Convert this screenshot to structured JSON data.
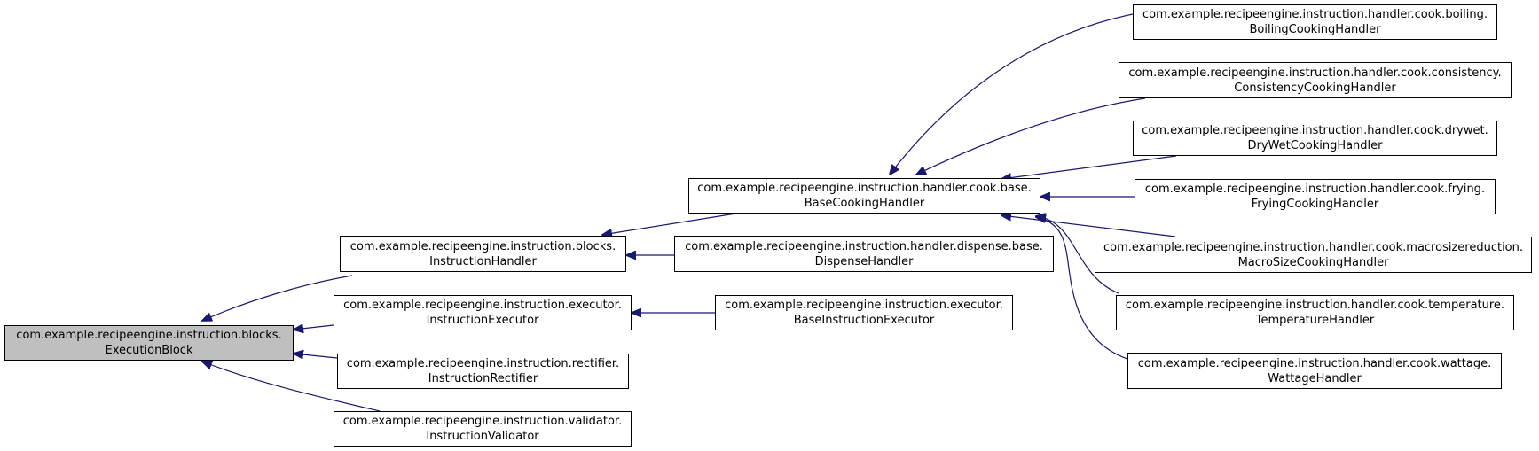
{
  "diagram": {
    "edge_color": "#191970",
    "root_fill": "#bfbfbf",
    "nodes": {
      "execution_block": {
        "line1": "com.example.recipeengine.instruction.blocks.",
        "line2": "ExecutionBlock"
      },
      "instruction_handler": {
        "line1": "com.example.recipeengine.instruction.blocks.",
        "line2": "InstructionHandler"
      },
      "instruction_executor": {
        "line1": "com.example.recipeengine.instruction.executor.",
        "line2": "InstructionExecutor"
      },
      "instruction_rectifier": {
        "line1": "com.example.recipeengine.instruction.rectifier.",
        "line2": "InstructionRectifier"
      },
      "instruction_validator": {
        "line1": "com.example.recipeengine.instruction.validator.",
        "line2": "InstructionValidator"
      },
      "base_cooking_handler": {
        "line1": "com.example.recipeengine.instruction.handler.cook.base.",
        "line2": "BaseCookingHandler"
      },
      "dispense_handler": {
        "line1": "com.example.recipeengine.instruction.handler.dispense.base.",
        "line2": "DispenseHandler"
      },
      "base_instruction_executor": {
        "line1": "com.example.recipeengine.instruction.executor.",
        "line2": "BaseInstructionExecutor"
      },
      "boiling_cooking_handler": {
        "line1": "com.example.recipeengine.instruction.handler.cook.boiling.",
        "line2": "BoilingCookingHandler"
      },
      "consistency_cooking_handler": {
        "line1": "com.example.recipeengine.instruction.handler.cook.consistency.",
        "line2": "ConsistencyCookingHandler"
      },
      "drywet_cooking_handler": {
        "line1": "com.example.recipeengine.instruction.handler.cook.drywet.",
        "line2": "DryWetCookingHandler"
      },
      "frying_cooking_handler": {
        "line1": "com.example.recipeengine.instruction.handler.cook.frying.",
        "line2": "FryingCookingHandler"
      },
      "macrosize_cooking_handler": {
        "line1": "com.example.recipeengine.instruction.handler.cook.macrosizereduction.",
        "line2": "MacroSizeCookingHandler"
      },
      "temperature_handler": {
        "line1": "com.example.recipeengine.instruction.handler.cook.temperature.",
        "line2": "TemperatureHandler"
      },
      "wattage_handler": {
        "line1": "com.example.recipeengine.instruction.handler.cook.wattage.",
        "line2": "WattageHandler"
      }
    }
  }
}
